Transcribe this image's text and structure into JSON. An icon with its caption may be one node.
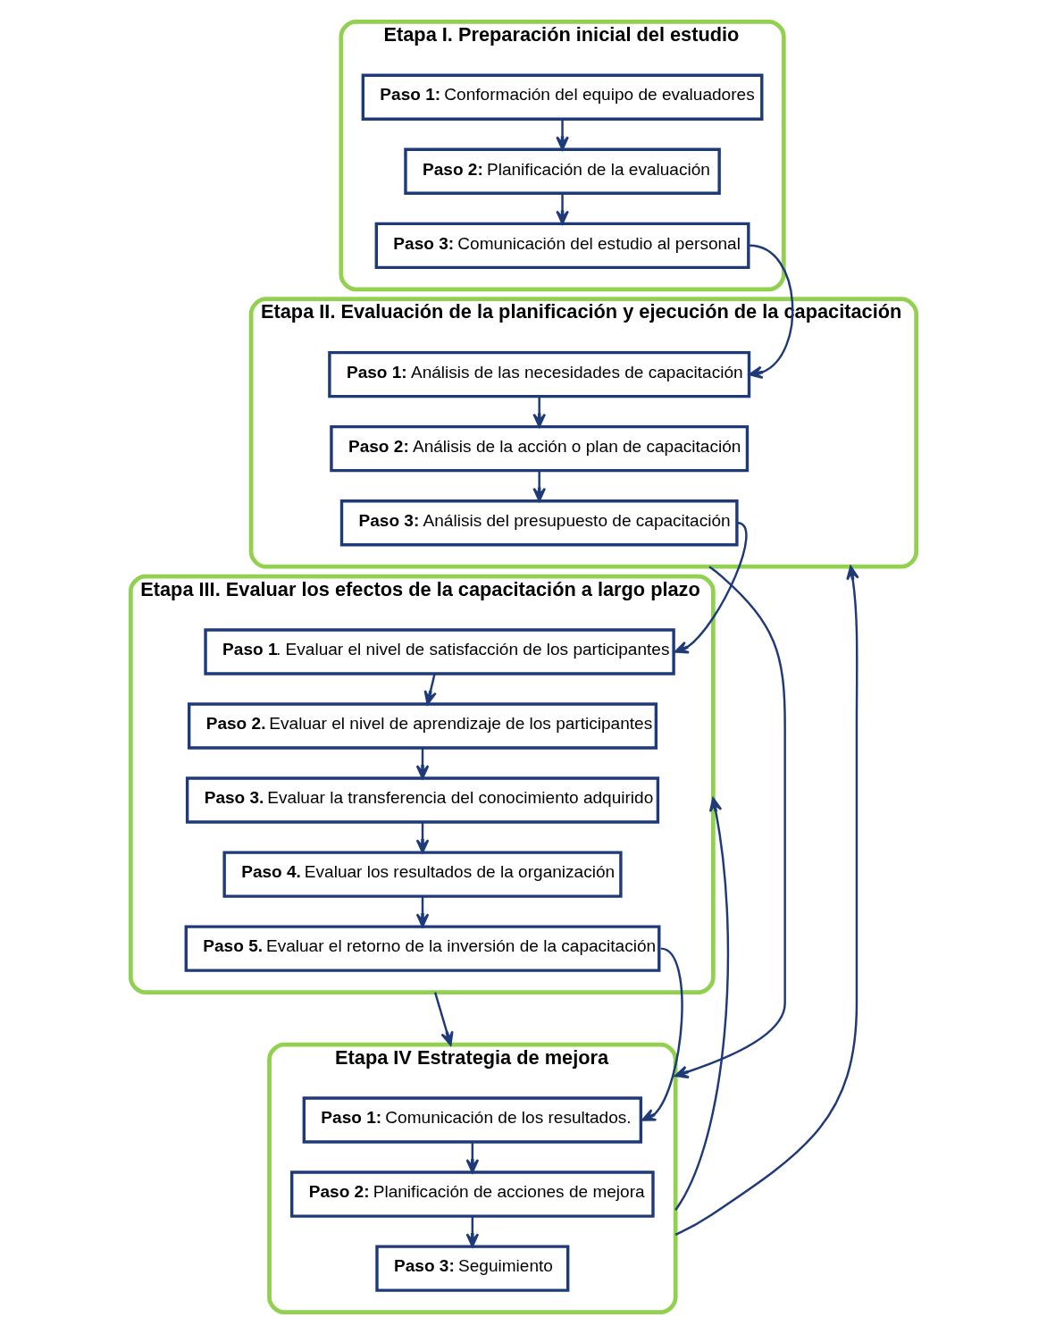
{
  "diagram": {
    "nodes": [
      {
        "text": [
          "Etapa I. Preparación inicial del estudio"
        ]
      },
      {
        "text": [
          "**Paso 1:** Conformación del equipo de evaluadores"
        ],
        "in": 0
      },
      {
        "text": [
          "**Paso 2:** Planificación de la evaluación"
        ],
        "in": 0
      },
      {
        "text": [
          "**Paso 3:** Comunicación del estudio al personal"
        ],
        "in": 0
      },
      {
        "text": [
          "Etapa II. Evaluación de la planificación y ejecución de la capacitación"
        ]
      },
      {
        "text": [
          "**Paso 1:** Análisis de las necesidades de capacitación"
        ],
        "in": 4
      },
      {
        "text": [
          "**Paso 2:** Análisis de la acción o plan de capacitación"
        ],
        "in": 4
      },
      {
        "text": [
          "**Paso 3:** Análisis del presupuesto de capacitación"
        ],
        "in": 4
      },
      {
        "text": [
          "Etapa III. Evaluar los efectos de la capacitación a largo plazo"
        ]
      },
      {
        "text": [
          "**Paso 1**. Evaluar el nivel de satisfacción de los participantes"
        ],
        "in": 8
      },
      {
        "text": [
          "**Paso 2.** Evaluar el nivel de aprendizaje de los participantes"
        ],
        "in": 8
      },
      {
        "text": [
          "**Paso 4.** Evaluar los resultados de la organización"
        ],
        "in": 8
      },
      {
        "text": [
          "**Paso 3.** Evaluar la transferencia del conocimiento adquirido"
        ],
        "in": 8
      },
      {
        "text": [
          "**Paso 5.** Evaluar el retorno de la inversión de la capacitación"
        ],
        "in": 8
      },
      {
        "text": [
          "Etapa IV Estrategia de mejora"
        ]
      },
      {
        "text": [
          "**Paso 1:** Comunicación de los resultados."
        ],
        "in": 14
      },
      {
        "text": [
          "**Paso 2:** Planificación de acciones de mejora"
        ],
        "in": 14
      },
      {
        "text": [
          "**Paso 3:** Seguimiento"
        ],
        "in": 14
      }
    ],
    "edges": [
      {
        "from": 1,
        "to": 2,
        "arrow": "to"
      },
      {
        "from": 2,
        "to": 3,
        "arrow": "to"
      },
      {
        "from": 3,
        "to": 5,
        "arrow": "to"
      },
      {
        "from": 5,
        "to": 6,
        "arrow": "to"
      },
      {
        "from": 6,
        "to": 7,
        "arrow": "to"
      },
      {
        "from": 7,
        "to": 9,
        "arrow": "to"
      },
      {
        "from": 9,
        "to": 10,
        "arrow": "to"
      },
      {
        "from": 10,
        "to": 12,
        "arrow": "to"
      },
      {
        "from": 12,
        "to": 11,
        "arrow": "to"
      },
      {
        "from": 11,
        "to": 13,
        "arrow": "to"
      },
      {
        "from": 13,
        "to": 15,
        "arrow": "to"
      },
      {
        "from": 15,
        "to": 16,
        "arrow": "to"
      },
      {
        "from": 16,
        "to": 17,
        "arrow": "to"
      },
      {
        "from": 4,
        "to": 14,
        "arrow": "to"
      },
      {
        "from": 8,
        "to": 14,
        "arrow": "to"
      },
      {
        "from": 14,
        "to": 8,
        "arrow": "to"
      },
      {
        "from": 14,
        "to": 4,
        "arrow": "to"
      }
    ]
  }
}
